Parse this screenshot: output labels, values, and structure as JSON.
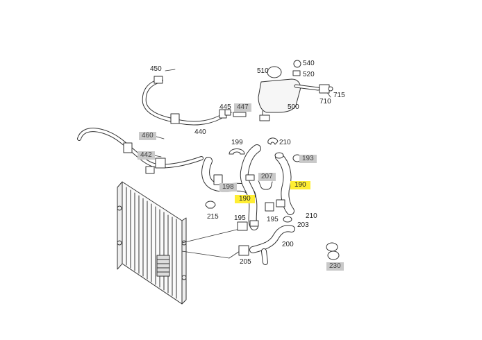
{
  "diagram": {
    "parts": {
      "p450": "450",
      "p460": "460",
      "p442": "442",
      "p440": "440",
      "p445": "445",
      "p447": "447",
      "p510": "510",
      "p540": "540",
      "p520": "520",
      "p500": "500",
      "p710": "710",
      "p715": "715",
      "p199": "199",
      "p210a": "210",
      "p193": "193",
      "p207": "207",
      "p198": "198",
      "p190a": "190",
      "p190b": "190",
      "p215": "215",
      "p195a": "195",
      "p195b": "195",
      "p210b": "210",
      "p203": "203",
      "p200": "200",
      "p205": "205",
      "p230": "230"
    },
    "highlight_color": "#ffee33",
    "tag_color": "#c9c9c9"
  }
}
